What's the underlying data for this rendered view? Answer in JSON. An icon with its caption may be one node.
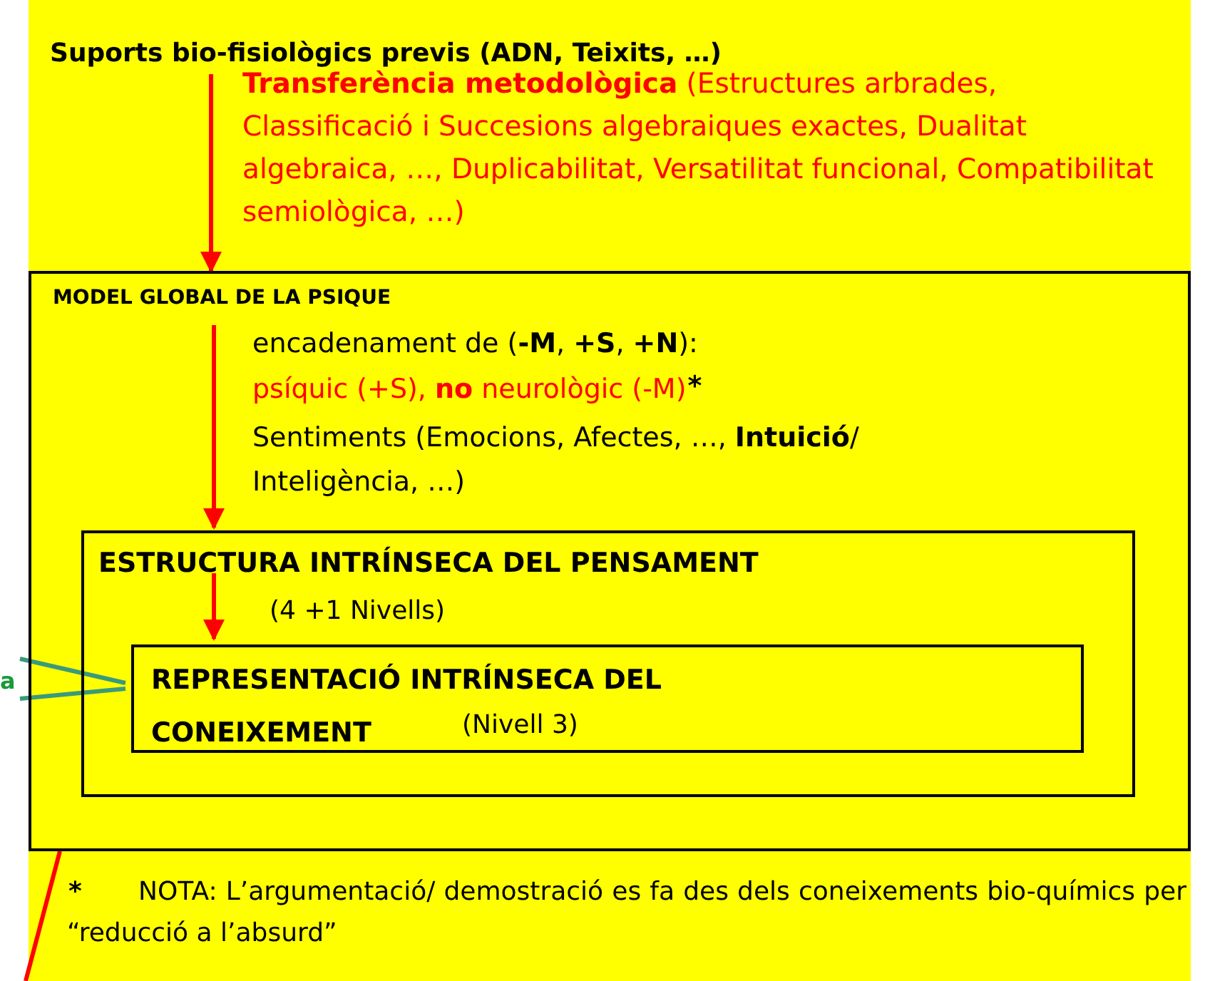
{
  "diagram": {
    "nodes": [
      {
        "text": [
          "Suports bio-fisiològics previs (ADN, Teixits, …)"
        ]
      },
      {
        "text": [
          "MODEL GLOBAL DE LA PSIQUE",
          "encadenament de (**-M**, **+S**, **+N**):",
          "psíquic (+S), **no** neurològic (-M)",
          "*",
          "Sentiments (Emocions, Afectes, …, **Intuició**/ Inteligència, …)"
        ]
      },
      {
        "text": [
          "ESTRUCTURA INTRÍNSECA DEL PENSAMENT",
          "(4 +1 Nivells)"
        ],
        "in": 1
      },
      {
        "text": [
          "REPRESENTACIÓ INTRÍNSECA DEL CONEIXEMENT",
          "(Nivell 3)"
        ],
        "in": 2
      },
      {
        "text": [
          "a"
        ]
      }
    ],
    "edges": [
      {
        "from": 0,
        "to": 1,
        "arrow": "to",
        "label": "**Transferència metodològica** (Estructures arbrades, Classificació i Succesions algebraiques exactes, Dualitat algebraica, …, Duplicabilitat, Versatilitat funcional, Compatibilitat semiològica, …)"
      },
      {
        "from": null,
        "to": 2,
        "arrow": "to"
      },
      {
        "from": null,
        "to": 3,
        "arrow": "to"
      },
      {
        "from": 4,
        "to": 3,
        "arrow": "none",
        "color": "#3a9a7a"
      },
      {
        "from": 4,
        "to": 3,
        "arrow": "none",
        "color": "#3a9a7a"
      },
      {
        "from": 1,
        "to": null,
        "arrow": "none"
      }
    ],
    "labels": [
      "*",
      "NOTA: L’argumentació/ demostració es fa des dels coneixements bio-químics per “reducció a l’absurd”"
    ]
  }
}
